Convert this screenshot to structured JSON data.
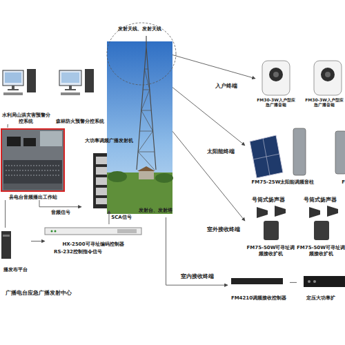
{
  "diagram": {
    "nodes": [
      {
        "text": [
          "水利局山洪灾害预警分控系统"
        ]
      },
      {
        "text": [
          "森林防火预警分控系统"
        ]
      },
      {
        "text": [
          "县电台音频播出工作站"
        ]
      },
      {
        "text": [
          "大功率调频广播发射机"
        ]
      },
      {
        "text": [
          "HX-2500可寻址编码控制器"
        ]
      },
      {
        "text": [
          "播发布平台"
        ]
      },
      {
        "text": [
          "发射天线、发射天线",
          "发射台、发射塔"
        ]
      },
      {
        "text": [
          "FM30-3W入户型应急广播音箱"
        ]
      },
      {
        "text": [
          "FM30-3W入户型应急广播音箱"
        ]
      },
      {
        "text": [
          "FM75-25W太阳能调频音柱"
        ]
      },
      {
        "text": [
          "F"
        ]
      },
      {
        "text": [
          "FM75-50W可寻址调频接收扩机"
        ]
      },
      {
        "text": [
          "FM75-50W可寻址调频接收扩机"
        ]
      },
      {
        "text": [
          "FM4210调频接收控制器"
        ]
      },
      {
        "text": [
          "定压大功率扩"
        ]
      }
    ],
    "edges": [
      {
        "from": 0,
        "to": 2,
        "arrow": "none"
      },
      {
        "from": 2,
        "to": 3,
        "label": "音频信号",
        "arrow": "to"
      },
      {
        "from": 2,
        "to": 5,
        "arrow": "none"
      },
      {
        "from": 5,
        "to": 4,
        "label": "RS-232控制指令信号",
        "arrow": "to"
      },
      {
        "from": 4,
        "to": 3,
        "label": "SCA信号",
        "arrow": "to"
      },
      {
        "from": 6,
        "to": 7,
        "arrow": "to"
      },
      {
        "from": 6,
        "to": 9,
        "arrow": "to"
      },
      {
        "from": 6,
        "to": 11,
        "arrow": "to"
      },
      {
        "from": 6,
        "to": 13,
        "arrow": "to"
      },
      {
        "from": 13,
        "to": 14,
        "arrow": "none"
      }
    ],
    "labels": [
      "入户终端",
      "太阳能终端",
      "号筒式扬声器",
      "号筒式扬声器",
      "室外接收终端",
      "室内接收终端",
      "广播电台应急广播发射中心"
    ]
  }
}
